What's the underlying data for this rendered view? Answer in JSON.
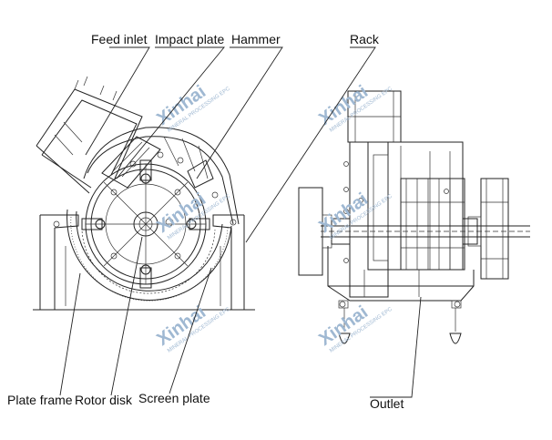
{
  "labels": {
    "feed_inlet": "Feed inlet",
    "impact_plate": "Impact plate",
    "hammer": "Hammer",
    "rack": "Rack",
    "plate_frame": "Plate frame",
    "rotor_disk": "Rotor disk",
    "screen_plate": "Screen plate",
    "outlet": "Outlet"
  },
  "watermark": {
    "brand": "Xinhai",
    "tagline": "MINERAL PROCESSING EPC"
  },
  "colors": {
    "line": "#222222",
    "watermark": "#9fb8d2",
    "background": "#ffffff"
  }
}
